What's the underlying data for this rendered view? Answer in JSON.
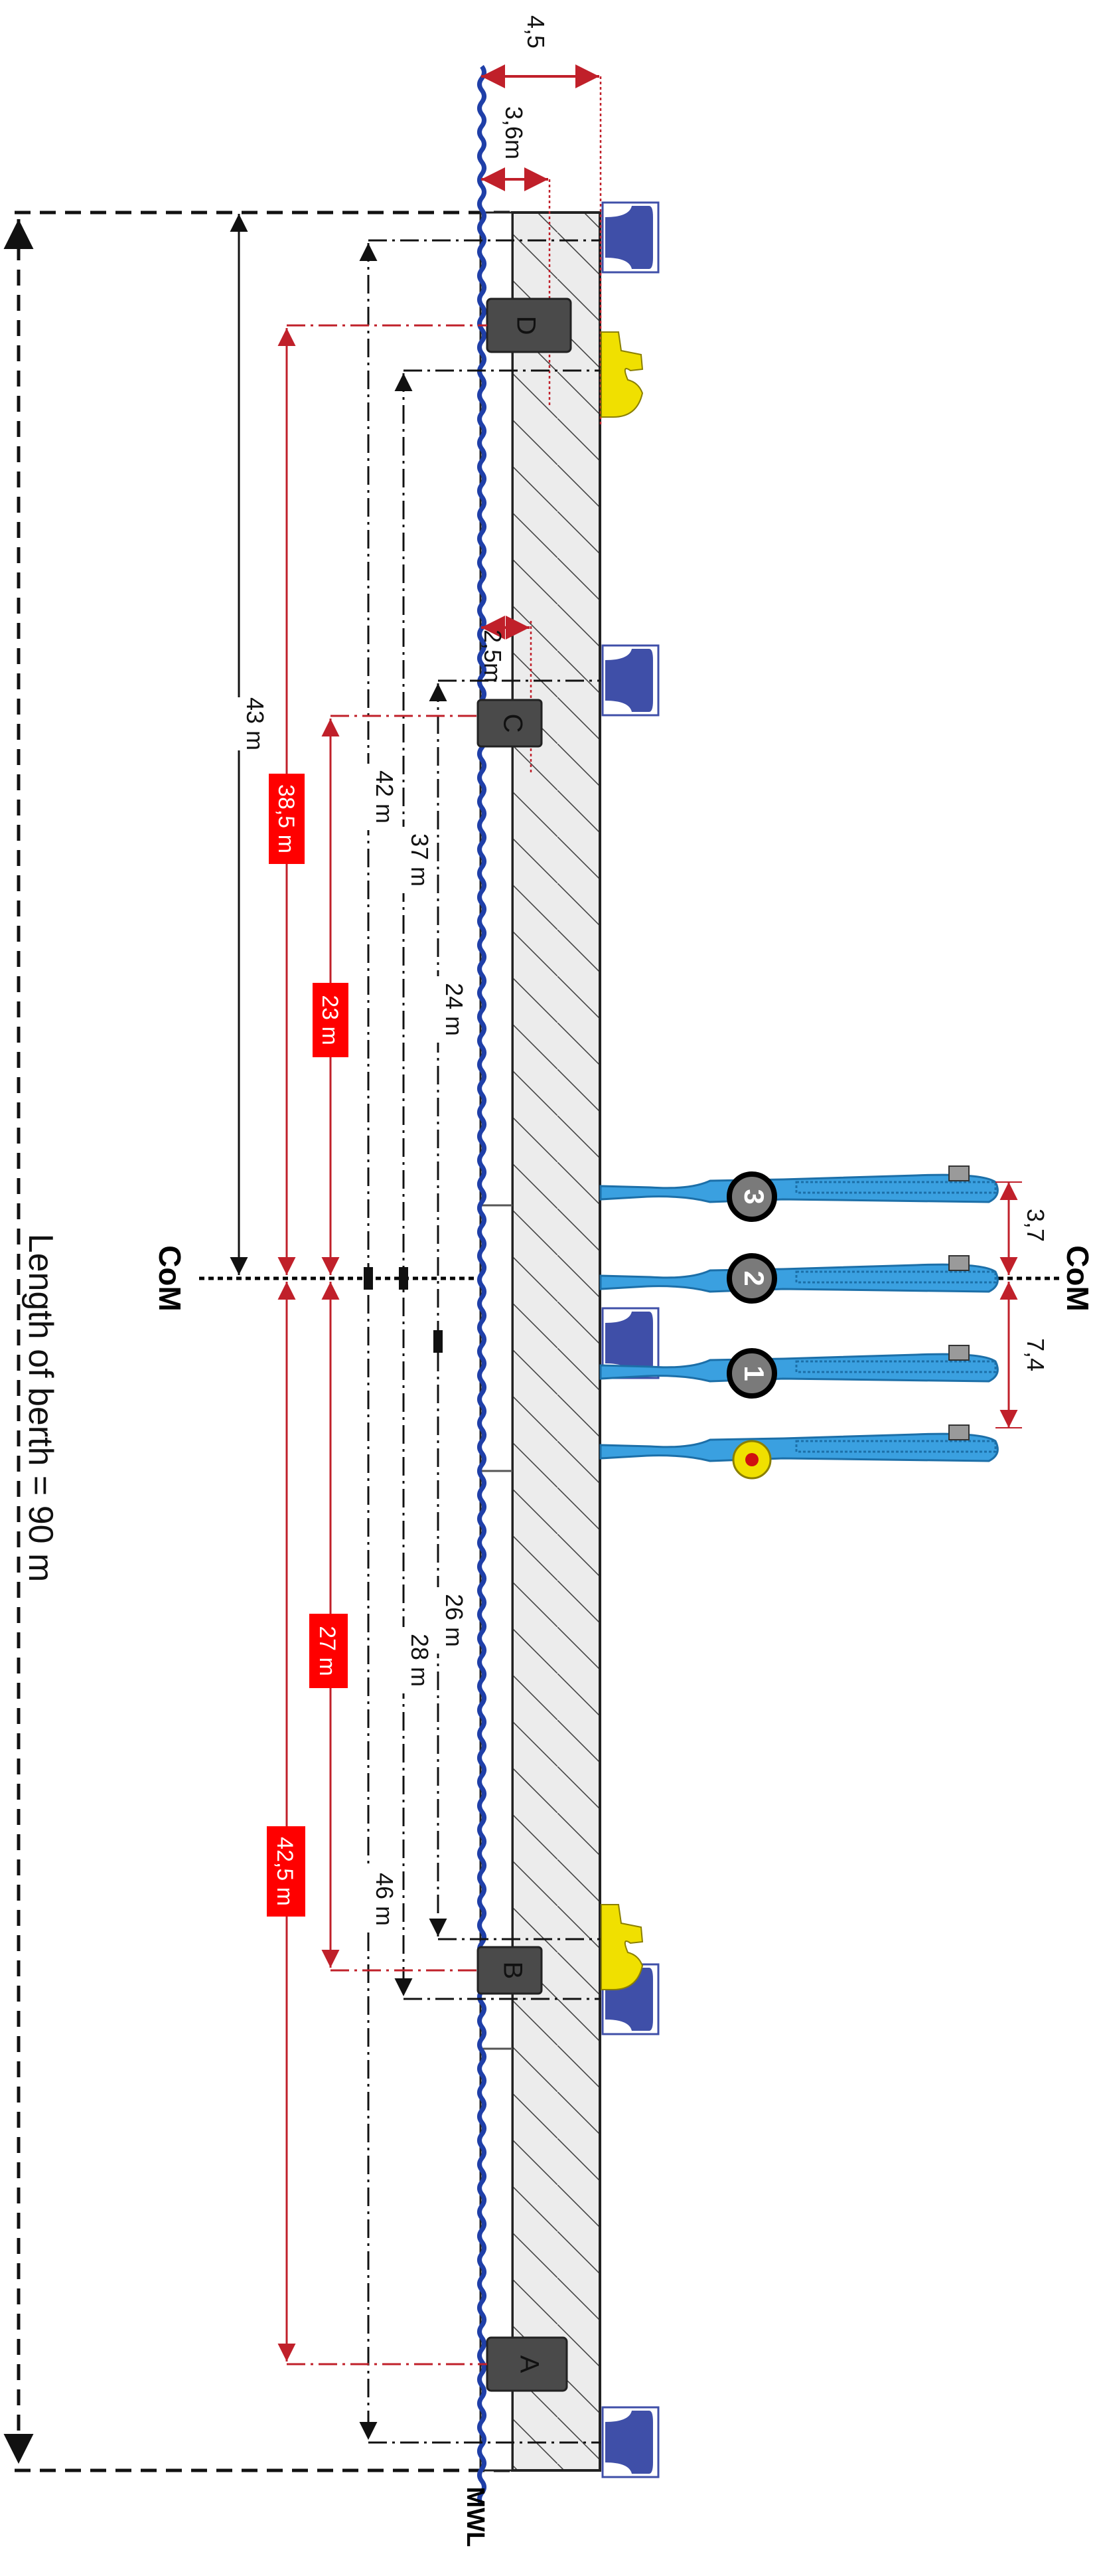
{
  "labels": {
    "berth_length": "Length of berth = 90 m",
    "com_left": "CoM",
    "com_right": "CoM",
    "mwl": "MWL"
  },
  "offsets": {
    "a": "4,5",
    "b": "3,6m",
    "c": "2,5m"
  },
  "black_dims": {
    "d43": "43 m",
    "d42": "42 m",
    "d37": "37 m",
    "d24": "24 m",
    "d26": "26 m",
    "d28": "28 m",
    "d46": "46 m"
  },
  "red_dims": {
    "r385": "38,5 m",
    "r23": "23 m",
    "r27": "27 m",
    "r425": "42,5 m"
  },
  "fenders": {
    "d": "D",
    "c": "C",
    "b": "B",
    "a": "A"
  },
  "arms": {
    "a3": "3",
    "a2": "2",
    "a1": "1"
  },
  "arm_spacing": {
    "s37": "3,7",
    "s74": "7,4"
  },
  "colors": {
    "red_dim": "#c0202a",
    "red_box": "#ff0000",
    "waterline": "#1f3fa8",
    "bollard": "#3f4fa8",
    "hook": "#f0e000",
    "arm": "#3aa0e0",
    "fender": "#4a4a4a",
    "quay_fill": "#ececec"
  }
}
